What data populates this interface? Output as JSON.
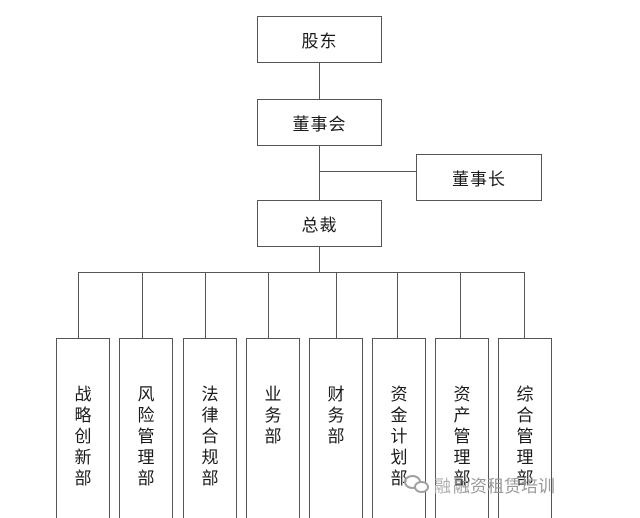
{
  "org_chart": {
    "shareholders": "股东",
    "board": "董事会",
    "chairman": "董事长",
    "ceo": "总裁",
    "departments": [
      "战略创新部",
      "风险管理部",
      "法律合规部",
      "业务部",
      "财务部",
      "资金计划部",
      "资产管理部",
      "综合管理部"
    ]
  },
  "watermark": {
    "icon": "wechat-icon",
    "prefix": "融",
    "name": "融资租赁培训"
  },
  "colors": {
    "line": "#555555",
    "watermark": "#a0a0a0"
  }
}
